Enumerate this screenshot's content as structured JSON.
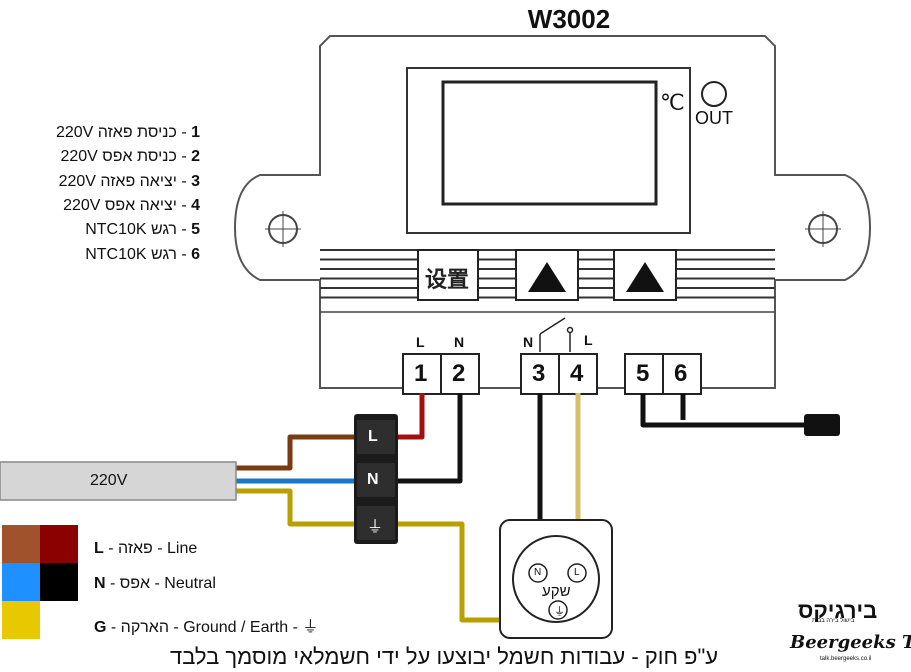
{
  "title": "W3002",
  "terminal_legend": [
    {
      "num": "1",
      "desc": "כניסת פאזה",
      "spec": "220V"
    },
    {
      "num": "2",
      "desc": "כניסת אפס",
      "spec": "220V"
    },
    {
      "num": "3",
      "desc": "יציאה פאזה",
      "spec": "220V"
    },
    {
      "num": "4",
      "desc": "יציאה אפס",
      "spec": "220V"
    },
    {
      "num": "5",
      "desc": "רגש",
      "spec": "NTC10K"
    },
    {
      "num": "6",
      "desc": "רגש",
      "spec": "NTC10K"
    }
  ],
  "device": {
    "unit_label": "℃",
    "out_label": "OUT",
    "set_button_label": "设置",
    "terminals": [
      "1",
      "2",
      "3",
      "4",
      "5",
      "6"
    ],
    "terminal_top_labels": [
      "L",
      "N",
      "N",
      "L"
    ]
  },
  "junction_labels": [
    "L",
    "N",
    "⏚"
  ],
  "cable_label": "220V",
  "socket": {
    "label": "שקע",
    "pins": [
      "N",
      "L",
      "⏚"
    ]
  },
  "wire_legend": [
    {
      "letter": "L",
      "text": "פאזה - Line",
      "colors": [
        "#a0522d",
        "#8b0000"
      ]
    },
    {
      "letter": "N",
      "text": "אפס - Neutral",
      "colors": [
        "#1e90ff",
        "#000000"
      ]
    },
    {
      "letter": "G",
      "text": "הארקה - Ground / Earth - ⏚",
      "colors": [
        "#e8c800"
      ]
    }
  ],
  "footer": "ע\"פ חוק - עבודות חשמל יבוצעו על ידי חשמלאי מוסמך בלבד",
  "logo": {
    "hebrew": "בירגיקס",
    "subtitle": "בישול בירה בבית",
    "english": "Beergeeks Talk",
    "url": "talk.beergeeks.co.il"
  },
  "colors": {
    "phase_brown": "#7a3a12",
    "phase_red": "#a01010",
    "neutral_blue": "#1a78c8",
    "neutral_black": "#111111",
    "ground_gold": "#b8a000",
    "sensor_tan": "#d9bd6a"
  }
}
